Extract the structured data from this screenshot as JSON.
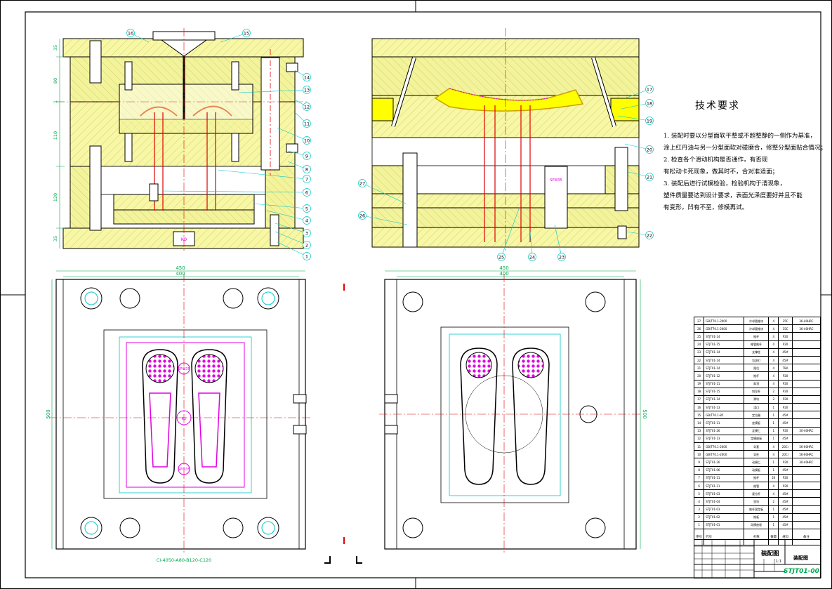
{
  "balloons_front_left": [
    "1",
    "2",
    "3",
    "4",
    "5",
    "6",
    "7",
    "8",
    "9",
    "10",
    "11",
    "12",
    "13",
    "14",
    "15",
    "16"
  ],
  "balloons_front_right": [
    "17",
    "18",
    "19",
    "20",
    "21",
    "22",
    "23",
    "24",
    "25",
    "26",
    "27"
  ],
  "dims_left_vertical": [
    "35",
    "80",
    "1",
    "110",
    "120",
    "35"
  ],
  "dims_plan": {
    "outer_width": "450",
    "inner_width": "400",
    "height": "500"
  },
  "labels": {
    "ko": "KO",
    "spw_left_top": "SPW35",
    "spw_left_bottom": "SPW35",
    "spw_right": "SPW35",
    "spw_center": "KO",
    "mold_base": "CI-4050-A80-B120-C120"
  },
  "tech_requirements": {
    "title": "技术要求",
    "lines": [
      "1. 装配时要以分型面软平整或不超整静的一侧作为基准，",
      "涂上红丹油与另一分型面软对碰磨合，修整分型面贴合情况；",
      "2. 检查各个滑动机构是否通作，有否现",
      "有松动卡死现象，做其时不，合对准适面；",
      "3. 装配后进行试模检验，检验机构于清现象，",
      "塑件质量要达到设计要求，表面光泽度要好并且不能",
      "有变形，凹有不至，修模再试。"
    ]
  },
  "bom": [
    [
      "27",
      "GB/T70.1-2000",
      "冷却管推块",
      "4",
      "35C",
      "36-40HRC"
    ],
    [
      "26",
      "GB/T70.1-2000",
      "冷却管推块",
      "4",
      "35C",
      "36-40HRC"
    ],
    [
      "25",
      "STJT01-14",
      "推杆",
      "4",
      "P20",
      ""
    ],
    [
      "24",
      "STJT01-15",
      "推管推杆",
      "4",
      "P20",
      ""
    ],
    [
      "23",
      "STJT01-14",
      "支撑柱",
      "4",
      "45#",
      ""
    ],
    [
      "22",
      "STJT01-14",
      "垃圾钉",
      "4",
      "45#",
      ""
    ],
    [
      "21",
      "STJT01-14",
      "限位",
      "4",
      "T8A",
      ""
    ],
    [
      "20",
      "STJT01-12",
      "推杆",
      "4",
      "P20",
      ""
    ],
    [
      "19",
      "STJT01-11",
      "斜顶",
      "4",
      "P20",
      ""
    ],
    [
      "18",
      "STJT01-15",
      "斜导杆",
      "2",
      "P20",
      ""
    ],
    [
      "17",
      "STJT01-14",
      "滑块",
      "2",
      "P20",
      ""
    ],
    [
      "16",
      "STJT01-13",
      "浇口",
      "1",
      "P20",
      ""
    ],
    [
      "15",
      "GB/T70.1-85",
      "定位圈",
      "1",
      "45#",
      ""
    ],
    [
      "14",
      "STJT01-11",
      "定模板",
      "1",
      "45#",
      ""
    ],
    [
      "13",
      "STJT01-26",
      "定模仁",
      "1",
      "P20",
      "30-40HRC"
    ],
    [
      "12",
      "STJT01-13",
      "定模座板",
      "1",
      "45#",
      ""
    ],
    [
      "11",
      "GB/T70.1-2000",
      "导套",
      "4",
      "20Cr",
      "56-60HRC"
    ],
    [
      "10",
      "GB/T70.1-2000",
      "导柱",
      "4",
      "20Cr",
      "56-60HRC"
    ],
    [
      "9",
      "STJT01-26",
      "动模仁",
      "1",
      "P20",
      "30-40HRC"
    ],
    [
      "8",
      "STJT01-06",
      "动模板",
      "1",
      "45#",
      ""
    ],
    [
      "7",
      "STJT01-11",
      "推杆",
      "20",
      "P20",
      ""
    ],
    [
      "6",
      "STJT01-11",
      "推管",
      "4",
      "P20",
      ""
    ],
    [
      "5",
      "STJT01-03",
      "复位杆",
      "4",
      "45#",
      ""
    ],
    [
      "4",
      "STJT01-04",
      "垫块",
      "2",
      "45#",
      ""
    ],
    [
      "3",
      "STJT01-03",
      "推杆固定板",
      "1",
      "45#",
      ""
    ],
    [
      "2",
      "STJT01-02",
      "推板",
      "1",
      "45#",
      ""
    ],
    [
      "1",
      "STJT01-01",
      "动模座板",
      "1",
      "45#",
      ""
    ]
  ],
  "bom_header": [
    "序号",
    "代号",
    "名称",
    "数量",
    "材料",
    "备注"
  ],
  "title_block": {
    "drawing_name": "装配图",
    "name2": "装配图",
    "drawing_no": "STJT01-00",
    "scale": "1:1"
  },
  "colors": {
    "plate": "#f7f7a6",
    "hatch": "#b9b93a",
    "red": "#e00000",
    "magenta": "#e000e0",
    "cyan": "#00c8c8",
    "green": "#00a84f",
    "part": "#ffff00"
  }
}
